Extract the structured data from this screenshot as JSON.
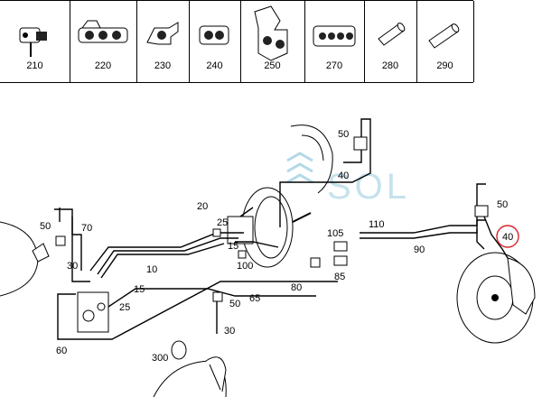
{
  "parts_strip": [
    {
      "number": "210",
      "icon": "sensor-plug-icon"
    },
    {
      "number": "220",
      "icon": "triple-connector-icon"
    },
    {
      "number": "230",
      "icon": "clip-bracket-icon"
    },
    {
      "number": "240",
      "icon": "double-clip-icon"
    },
    {
      "number": "250",
      "icon": "mounting-bracket-icon"
    },
    {
      "number": "270",
      "icon": "quad-clip-icon"
    },
    {
      "number": "280",
      "icon": "sleeve-tube-icon"
    },
    {
      "number": "290",
      "icon": "hose-tube-icon"
    }
  ],
  "watermark": "SOL",
  "callouts": {
    "c50a": "50",
    "c40a": "40",
    "c20": "20",
    "c25a": "25",
    "c15a": "15",
    "c105": "105",
    "c110": "110",
    "c50b": "50",
    "c40b": "40",
    "c90": "90",
    "c50c": "50",
    "c70": "70",
    "c30a": "30",
    "c10": "10",
    "c100": "100",
    "c15b": "15",
    "c80": "80",
    "c85": "85",
    "c25b": "25",
    "c50d": "50",
    "c65": "65",
    "c60": "60",
    "c30b": "30",
    "c300": "300"
  },
  "highlight_color": "#d9262c"
}
